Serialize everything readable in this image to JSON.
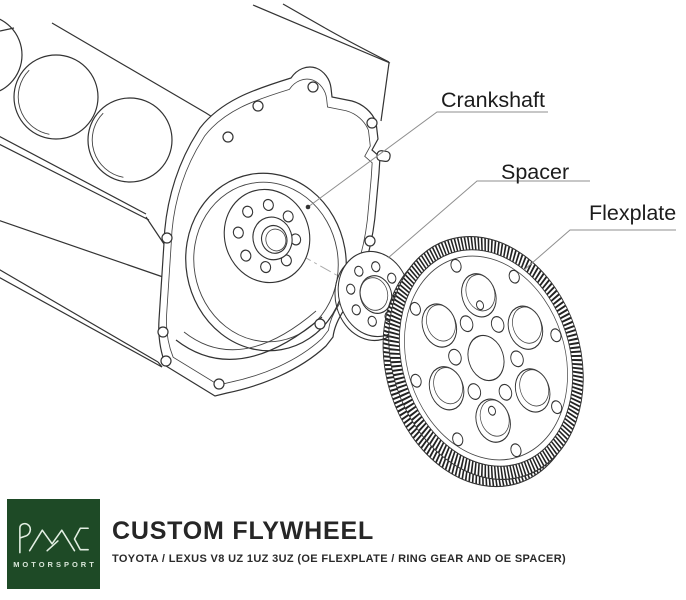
{
  "diagram": {
    "labels": {
      "crankshaft": "Crankshaft",
      "spacer": "Spacer",
      "flexplate": "Flexplate"
    },
    "parts_icons": [
      "engine-block-icon",
      "bell-housing-flange-icon",
      "crankshaft-flange-icon",
      "spacer-disc-icon",
      "flexplate-ring-gear-icon"
    ]
  },
  "footer": {
    "logo": {
      "monogram": "PMC",
      "wordmark": "MOTORSPORT"
    },
    "title": "CUSTOM FLYWHEEL",
    "subtitle": "TOYOTA / LEXUS V8 UZ 1UZ 3UZ (OE FLEXPLATE / RING GEAR AND OE SPACER)"
  },
  "colors": {
    "brand_green": "#1e4a26",
    "line_ink": "#333333",
    "leader_gray": "#8f8f8f",
    "text_ink": "#262626"
  }
}
